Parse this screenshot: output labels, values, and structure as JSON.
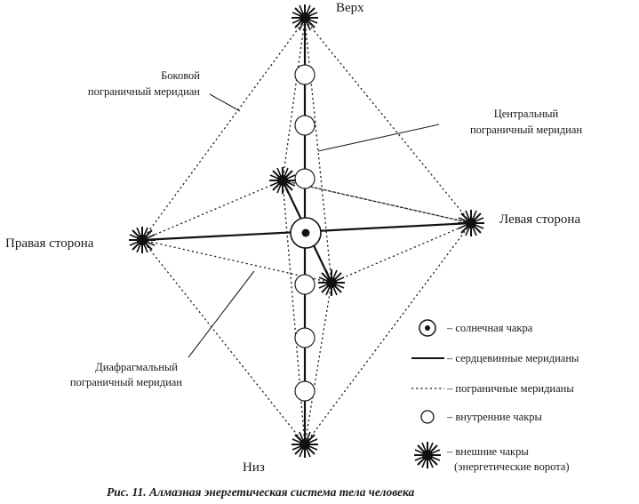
{
  "labels": {
    "top": "Верх",
    "bottom": "Низ",
    "right_side": "Правая сторона",
    "left_side": "Левая сторона",
    "lateral_line1": "Боковой",
    "lateral_line2": "пограничный меридиан",
    "central_line1": "Центральный",
    "central_line2": "пограничный меридиан",
    "diaphragm_line1": "Диафрагмальный",
    "diaphragm_line2": "пограничный меридиан"
  },
  "legend": {
    "solar": "– солнечная чакра",
    "heart": "– сердцевинные меридианы",
    "border": "– пограничные меридианы",
    "inner": "– внутренние чакры",
    "outer_line1": "– внешние чакры",
    "outer_line2": "(энергетические ворота)"
  },
  "caption": "Рис. 11. Алмазная энергетическая система тела человека",
  "icons": {
    "outer_chakra": "starburst-icon",
    "inner_chakra": "ring-icon",
    "solar_chakra": "dotted-ring-icon"
  },
  "colors": {
    "ink": "#111111",
    "background": "#ffffff"
  }
}
